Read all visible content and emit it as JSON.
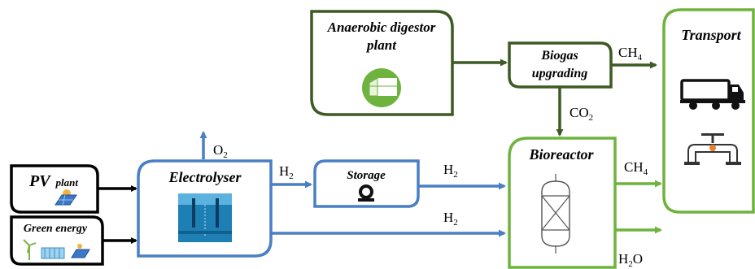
{
  "nodes": {
    "anaerobic": {
      "line1": "Anaerobic digestor",
      "line2": "plant"
    },
    "biogas_upgrading": {
      "line1": "Biogas",
      "line2": "upgrading"
    },
    "transport": {
      "title": "Transport"
    },
    "pv_plant": {
      "main": "PV",
      "sub": "plant"
    },
    "green_energy": {
      "title": "Green energy"
    },
    "electrolyser": {
      "title": "Electrolyser"
    },
    "storage": {
      "title": "Storage"
    },
    "bioreactor": {
      "title": "Bioreactor"
    }
  },
  "flows": {
    "ch4_to_transport": {
      "base": "CH",
      "sub": "4"
    },
    "co2": {
      "base": "CO",
      "sub": "2"
    },
    "o2": {
      "base": "O",
      "sub": "2"
    },
    "h2_to_storage": {
      "base": "H",
      "sub": "2"
    },
    "h2_storage_to_bioreactor": {
      "base": "H",
      "sub": "2"
    },
    "h2_direct": {
      "base": "H",
      "sub": "2"
    },
    "ch4_from_bioreactor": {
      "base": "CH",
      "sub": "4"
    },
    "h2o": {
      "base": "H",
      "sub": "2",
      "tail": "O"
    }
  },
  "colors": {
    "dark_green": "#3d5a23",
    "light_green": "#6fb33f",
    "blue": "#4a7fc4",
    "black": "#000000"
  },
  "icons": {
    "digestor": "digestor-icon",
    "truck": "truck-icon",
    "pipeline": "pipeline-valve-icon",
    "pv": "solar-panel-icon",
    "wind": "wind-turbine-icon",
    "hydro": "hydro-dam-icon",
    "storage": "h2-tank-icon",
    "electrolyser": "electrolysis-cell-icon",
    "reactor": "packed-column-icon"
  }
}
